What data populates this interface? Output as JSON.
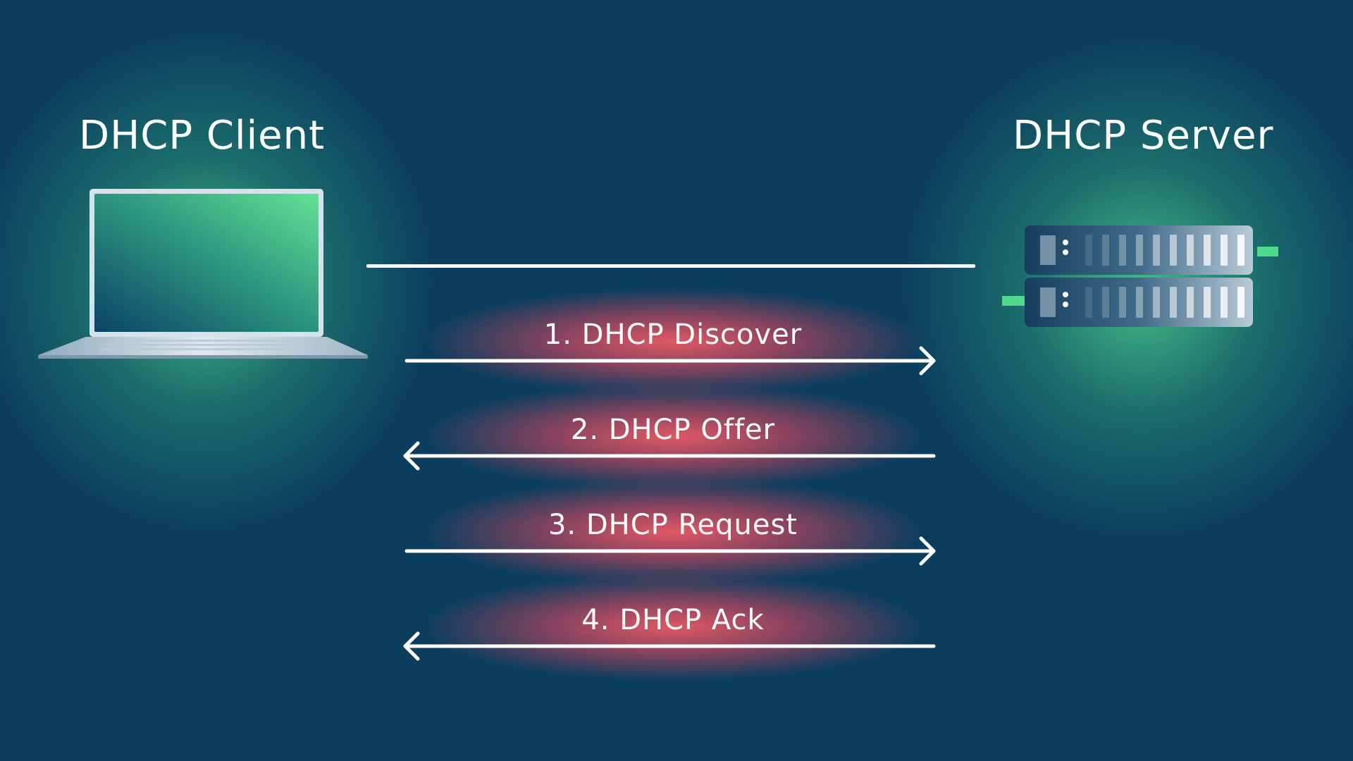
{
  "client": {
    "title": "DHCP Client"
  },
  "server": {
    "title": "DHCP Server"
  },
  "messages": [
    {
      "label": "1. DHCP Discover",
      "direction": "to-server"
    },
    {
      "label": "2. DHCP Offer",
      "direction": "to-client"
    },
    {
      "label": "3. DHCP Request",
      "direction": "to-server"
    },
    {
      "label": "4. DHCP Ack",
      "direction": "to-client"
    }
  ],
  "colors": {
    "background": "#0b3d5e",
    "node_glow": "#50d28c",
    "message_glow": "#ec5a64",
    "line": "#ffffff"
  },
  "icons": [
    "laptop-icon",
    "server-rack-icon"
  ]
}
